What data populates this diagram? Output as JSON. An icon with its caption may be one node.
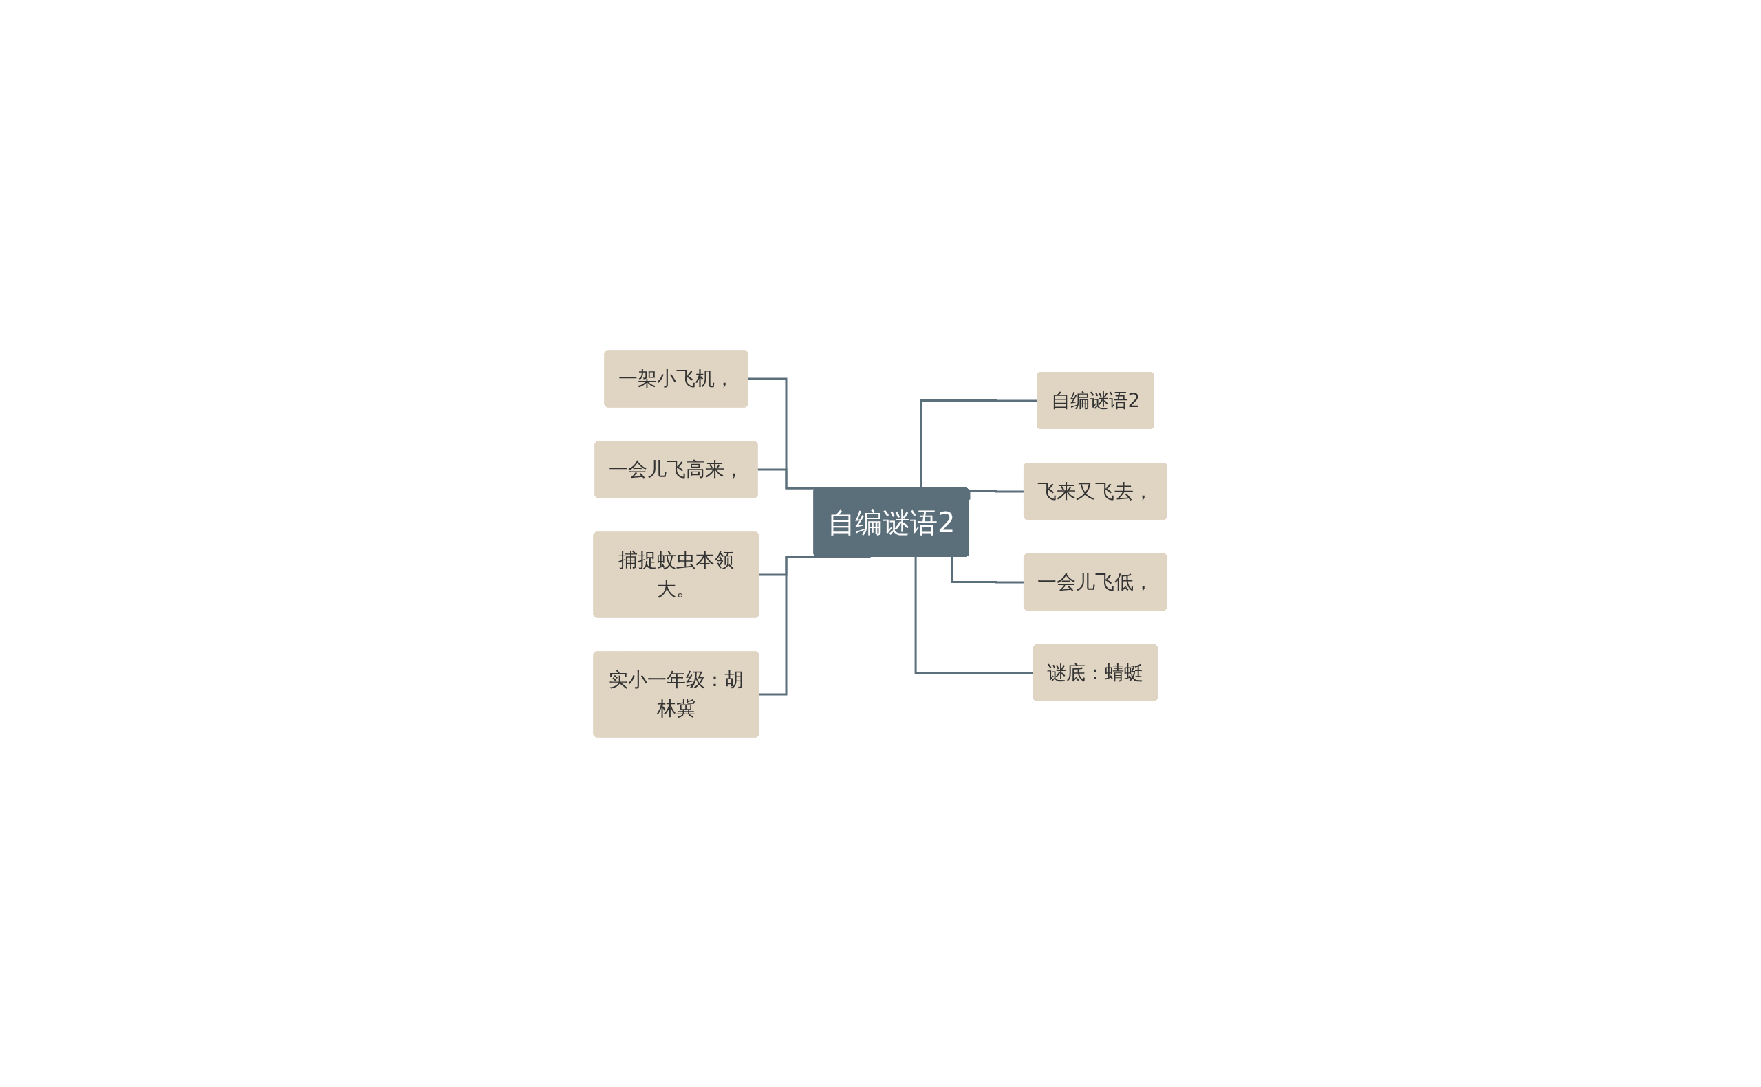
{
  "diagram": {
    "nodes": [
      {
        "text": [
          "自编谜语2"
        ]
      },
      {
        "text": [
          "一架小飞机，"
        ]
      },
      {
        "text": [
          "一会儿飞高来，"
        ]
      },
      {
        "text": [
          "捕捉蚊虫本领大。"
        ]
      },
      {
        "text": [
          "实小一年级：胡林冀"
        ]
      },
      {
        "text": [
          "自编谜语2"
        ]
      },
      {
        "text": [
          "飞来又飞去，"
        ]
      },
      {
        "text": [
          "一会儿飞低，"
        ]
      },
      {
        "text": [
          "谜底：蜻蜓"
        ]
      }
    ],
    "edges": [
      {
        "from": 0,
        "to": 1,
        "arrow": "none"
      },
      {
        "from": 0,
        "to": 2,
        "arrow": "none"
      },
      {
        "from": 0,
        "to": 3,
        "arrow": "none"
      },
      {
        "from": 0,
        "to": 4,
        "arrow": "none"
      },
      {
        "from": 0,
        "to": 5,
        "arrow": "none"
      },
      {
        "from": 0,
        "to": 6,
        "arrow": "none"
      },
      {
        "from": 0,
        "to": 7,
        "arrow": "none"
      },
      {
        "from": 0,
        "to": 8,
        "arrow": "none"
      }
    ]
  }
}
